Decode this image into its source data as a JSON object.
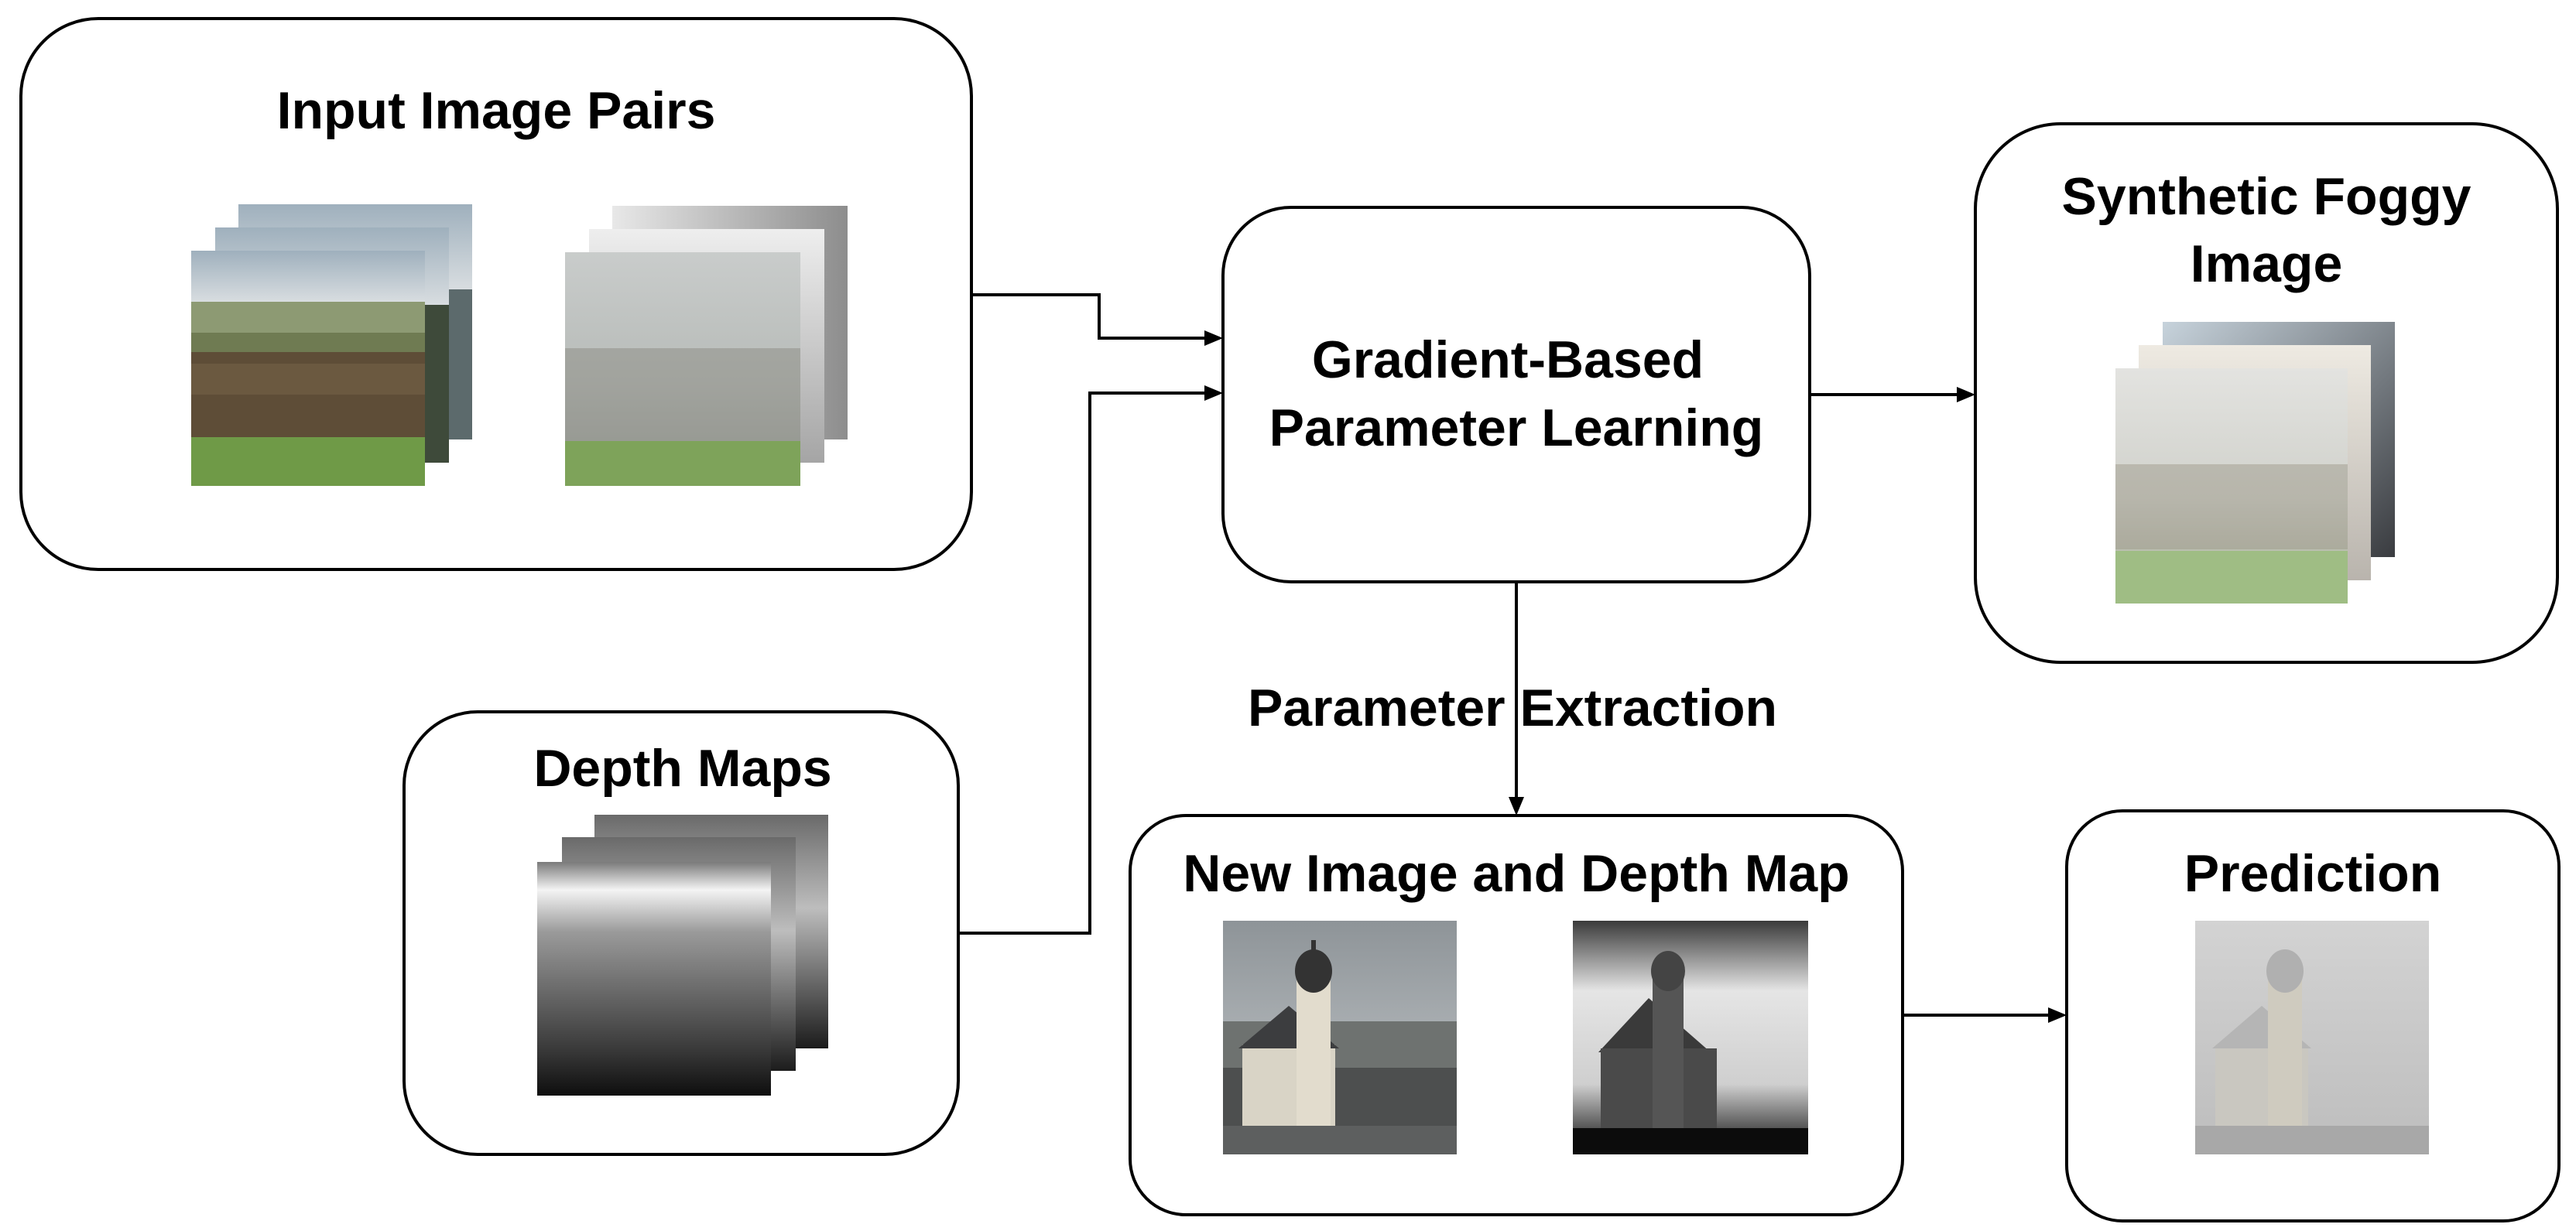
{
  "diagram": {
    "nodes": {
      "input_pairs": {
        "title": "Input Image Pairs"
      },
      "depth_maps": {
        "title": "Depth Maps"
      },
      "gradient": {
        "line1": "Gradient-Based",
        "line2": "Parameter Learning"
      },
      "synthetic": {
        "line1": "Synthetic Foggy",
        "line2": "Image"
      },
      "new_image": {
        "title": "New Image and Depth Map"
      },
      "prediction": {
        "title": "Prediction"
      }
    },
    "edges": {
      "gradient_to_new_image": {
        "label": "Parameter Extraction"
      }
    },
    "colors": {
      "stroke": "#000000",
      "background": "#ffffff",
      "grass": "#6f9a47",
      "foliage": "#5e4d37",
      "sky": "#b9c4cc",
      "fog": "#d5d8d6",
      "depth_dark": "#121212",
      "depth_light": "#f2f2f2"
    }
  }
}
